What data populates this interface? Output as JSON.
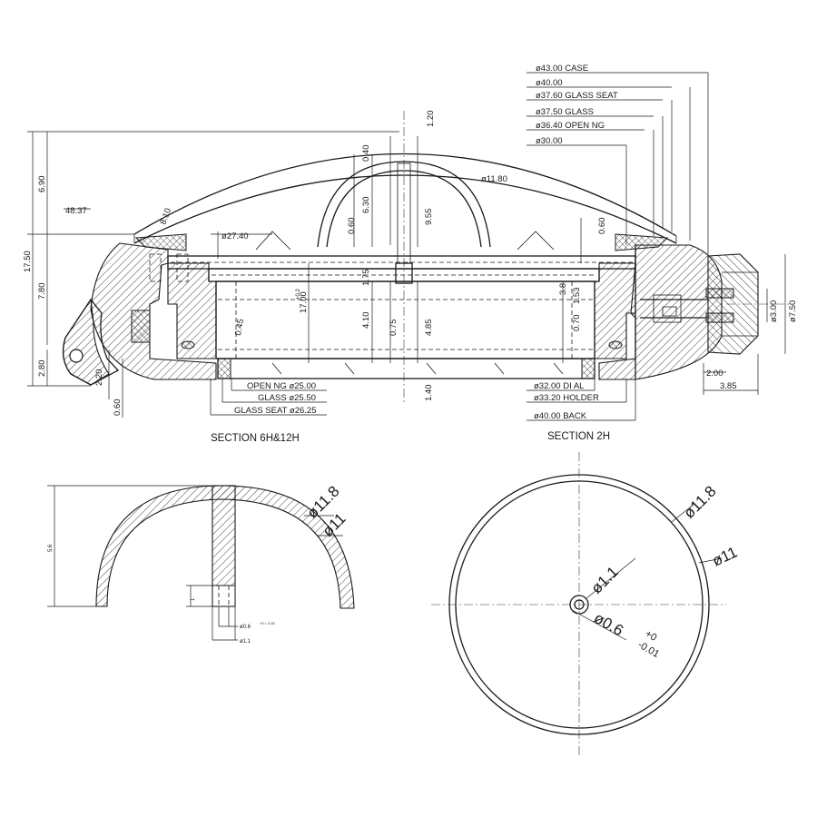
{
  "captions": {
    "section_left": "SECTION 6H&12H",
    "section_right": "SECTION 2H"
  },
  "right_callouts": [
    "ø43.00 CASE",
    "ø40.00",
    "ø37.60 GLASS SEAT",
    "ø37.50 GLASS",
    "ø36.40 OPEN NG",
    "ø30.00"
  ],
  "bottom_left_callouts": [
    "OPEN NG ø25.00",
    "GLASS ø25.50",
    "GLASS SEAT ø26.25"
  ],
  "bottom_right_callouts": [
    "ø32.00 DI AL",
    "ø33.20 HOLDER",
    "ø40.00 BACK"
  ],
  "section_dims": {
    "d_6_90": "6.90",
    "d_17_50": "17.50",
    "d_7_80": "7.80",
    "d_2_80": "2.80",
    "d_2_20": "2.20",
    "d_0_60_left": "0.60",
    "d_48_37": "48.37",
    "d_8_10": "8.10",
    "d_27_40": "ø27.40",
    "d_1_20": "1.20",
    "d_0_40": "0.40",
    "d_6_30": "6.30",
    "d_0_60_mid": "0.60",
    "d_9_55": "9.55",
    "d_11_80": "ø11.80",
    "d_0_60_right": "0.60",
    "d_1_75": "1.75",
    "d_17_00": "17.00",
    "d_17_00_tol": "+0.2",
    "d_0_45": "0.45",
    "d_4_10": "4.10",
    "d_0_75": "0.75",
    "d_4_85": "4.85",
    "d_1_40": "1.40",
    "d_3_8": "3.8",
    "d_1_53": "1.53",
    "d_0_70": "0.70",
    "d_3_00": "ø3.00",
    "d_7_50": "ø7.50",
    "d_2_00": "2.00",
    "d_3_85": "3.85"
  },
  "hand_detail": {
    "height": "5.6",
    "outer_dia": "ø11.8",
    "inner_dia": "ø11",
    "hole_depth": "1",
    "hole_dia": "ø0.6",
    "hole_tol": "+0 / -0.01",
    "boss_dia": "ø1.1"
  },
  "top_view": {
    "outer_dia": "ø11.8",
    "inner_dia": "ø11",
    "boss_dia": "ø1.1",
    "hole_dia": "ø0.6",
    "hole_tol_upper": "+0",
    "hole_tol_lower": "-0.01"
  }
}
